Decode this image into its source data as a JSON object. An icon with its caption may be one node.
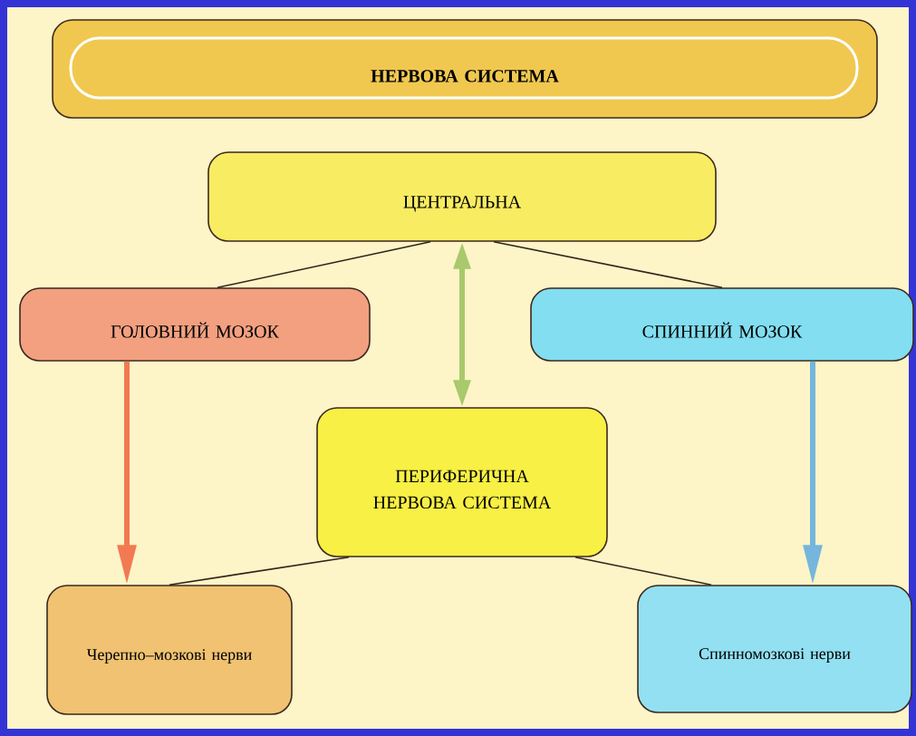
{
  "diagram": {
    "nodes": [
      {
        "text": [
          "НЕРВОВА СИСТЕМА"
        ]
      },
      {
        "text": [
          "ЦЕНТРАЛЬНА"
        ]
      },
      {
        "text": [
          "ГОЛОВНИЙ МОЗОК"
        ]
      },
      {
        "text": [
          "СПИННИЙ МОЗОК"
        ]
      },
      {
        "text": [
          "ПЕРИФЕРИЧНА НЕРВОВА СИСТЕМА"
        ]
      },
      {
        "text": [
          "Черепно–мозкові нерви"
        ]
      },
      {
        "text": [
          "Спинномозкові нерви"
        ]
      }
    ],
    "edges": [
      {
        "from": 1,
        "to": 2,
        "arrow": "none"
      },
      {
        "from": 1,
        "to": 3,
        "arrow": "none"
      },
      {
        "from": 1,
        "to": 4,
        "arrow": "both",
        "style": "thick",
        "color": "#a9c96c"
      },
      {
        "from": 2,
        "to": 5,
        "arrow": "to",
        "style": "thick",
        "color": "#f27a52"
      },
      {
        "from": 3,
        "to": 6,
        "arrow": "to",
        "style": "thick",
        "color": "#74b6dc"
      },
      {
        "from": 4,
        "to": 5,
        "arrow": "none"
      },
      {
        "from": 4,
        "to": 6,
        "arrow": "none"
      }
    ]
  }
}
